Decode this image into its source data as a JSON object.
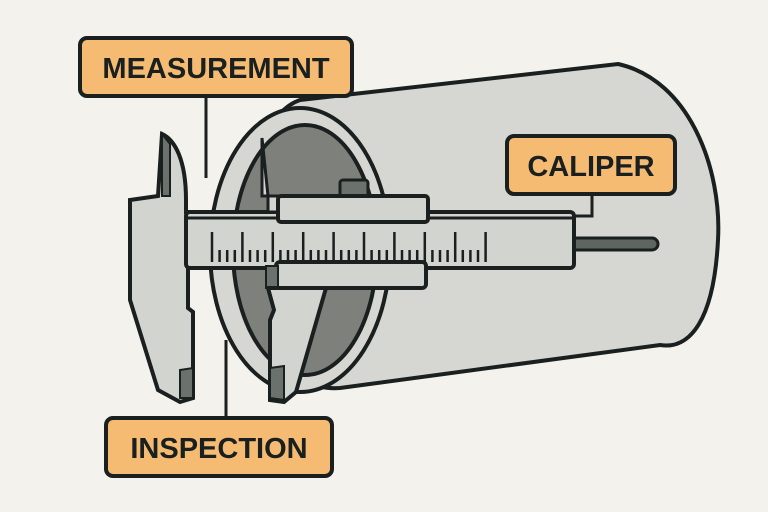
{
  "diagram": {
    "subject": "Vernier caliper measuring a cylindrical pipe",
    "labels": {
      "measurement": "MEASUREMENT",
      "caliper": "CALIPER",
      "inspection": "INSPECTION"
    }
  },
  "colors": {
    "background": "#f4f2ec",
    "label_fill": "#f6bb72",
    "outline": "#1a1f1f",
    "cylinder_body": "#d6d7d2",
    "cylinder_inner": "#7d807b",
    "caliper_body": "#d2d4cf",
    "caliper_dark": "#6b716c"
  }
}
